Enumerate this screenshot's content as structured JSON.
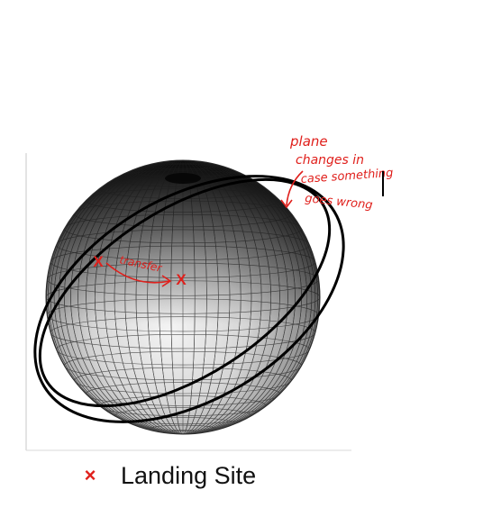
{
  "annotations": {
    "note_lines": [
      "plane",
      "changes in",
      "case something",
      "goes wrong"
    ],
    "arrow_label": "transfer"
  },
  "markers": [
    {
      "symbol": "X"
    },
    {
      "symbol": "X"
    }
  ],
  "legend": {
    "marker_symbol": "×",
    "label": "Landing Site"
  },
  "colors": {
    "annotation_red": "#e0201c",
    "orbit_black": "#000000"
  }
}
